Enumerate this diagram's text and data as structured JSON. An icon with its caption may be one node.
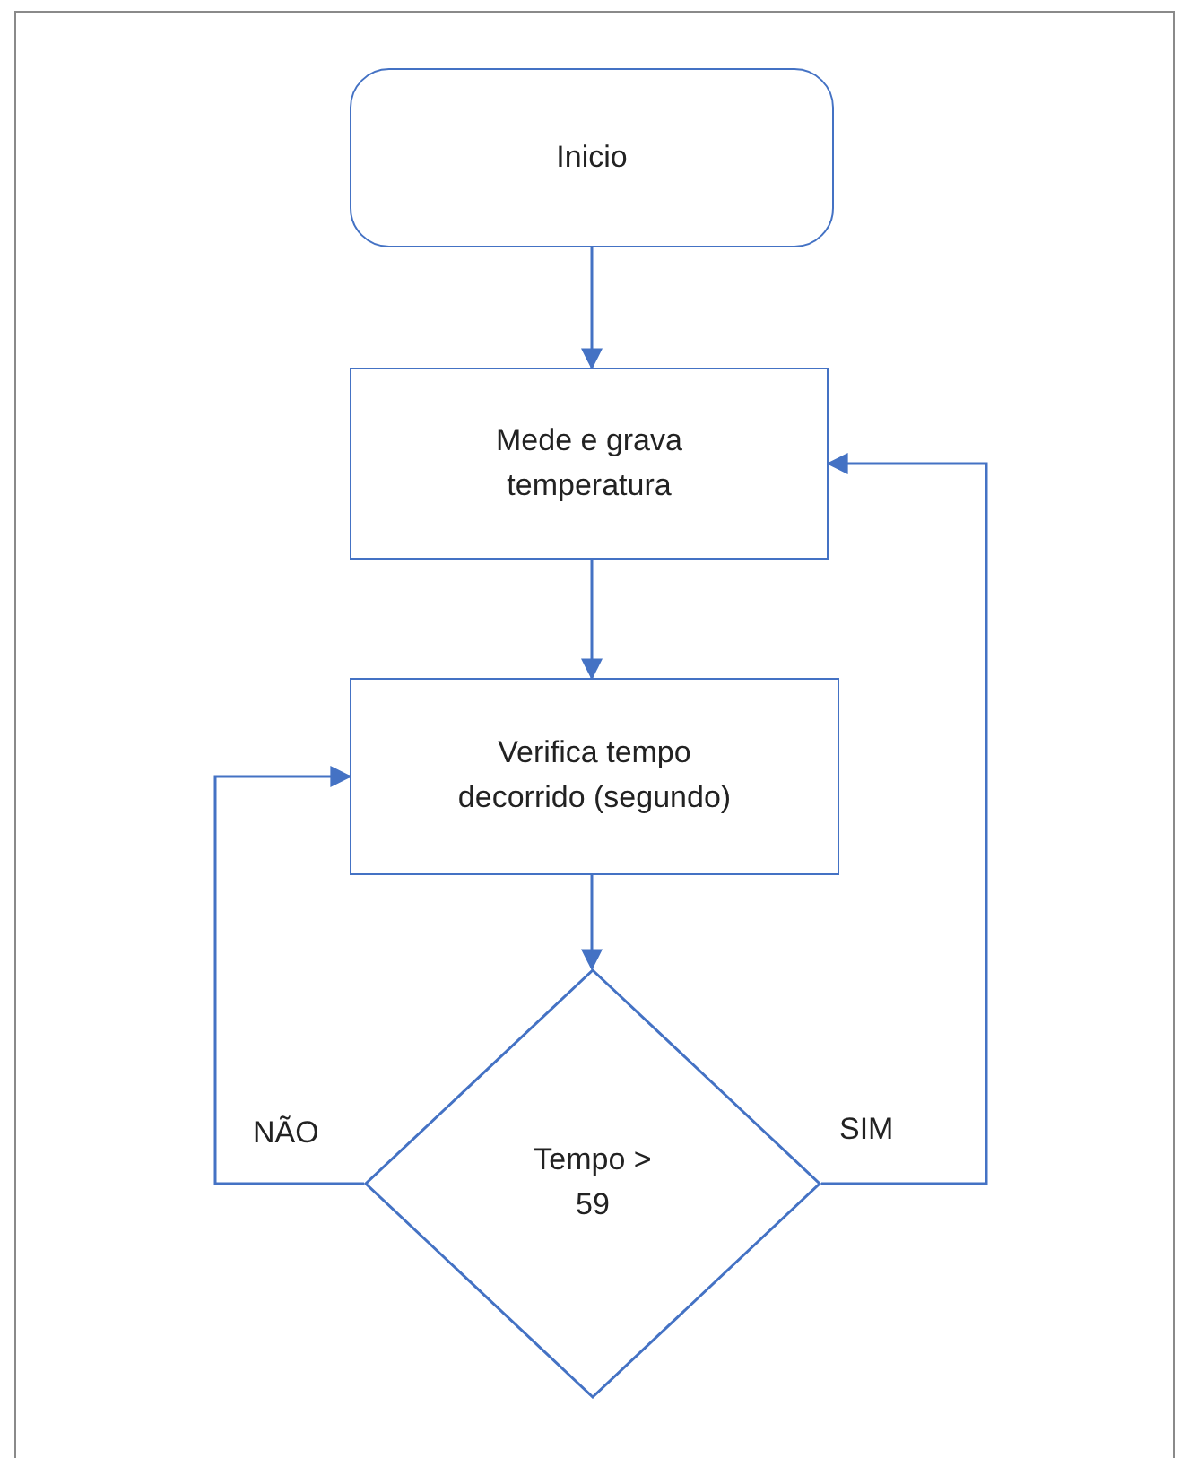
{
  "diagram": {
    "nodes": [
      {
        "text": [
          "Inicio"
        ]
      },
      {
        "text": [
          "Mede e grava temperatura"
        ]
      },
      {
        "text": [
          "Verifica tempo decorrido (segundo)"
        ]
      },
      {
        "text": [
          "Tempo > 59"
        ]
      }
    ],
    "edges": [
      {
        "from": 0,
        "to": 1,
        "arrow": "to"
      },
      {
        "from": 1,
        "to": 2,
        "arrow": "to"
      },
      {
        "from": 2,
        "to": 3,
        "arrow": "to"
      },
      {
        "from": 3,
        "to": 2,
        "arrow": "to",
        "label": "NÃO"
      },
      {
        "from": 3,
        "to": 1,
        "arrow": "to",
        "label": "SIM"
      }
    ]
  }
}
